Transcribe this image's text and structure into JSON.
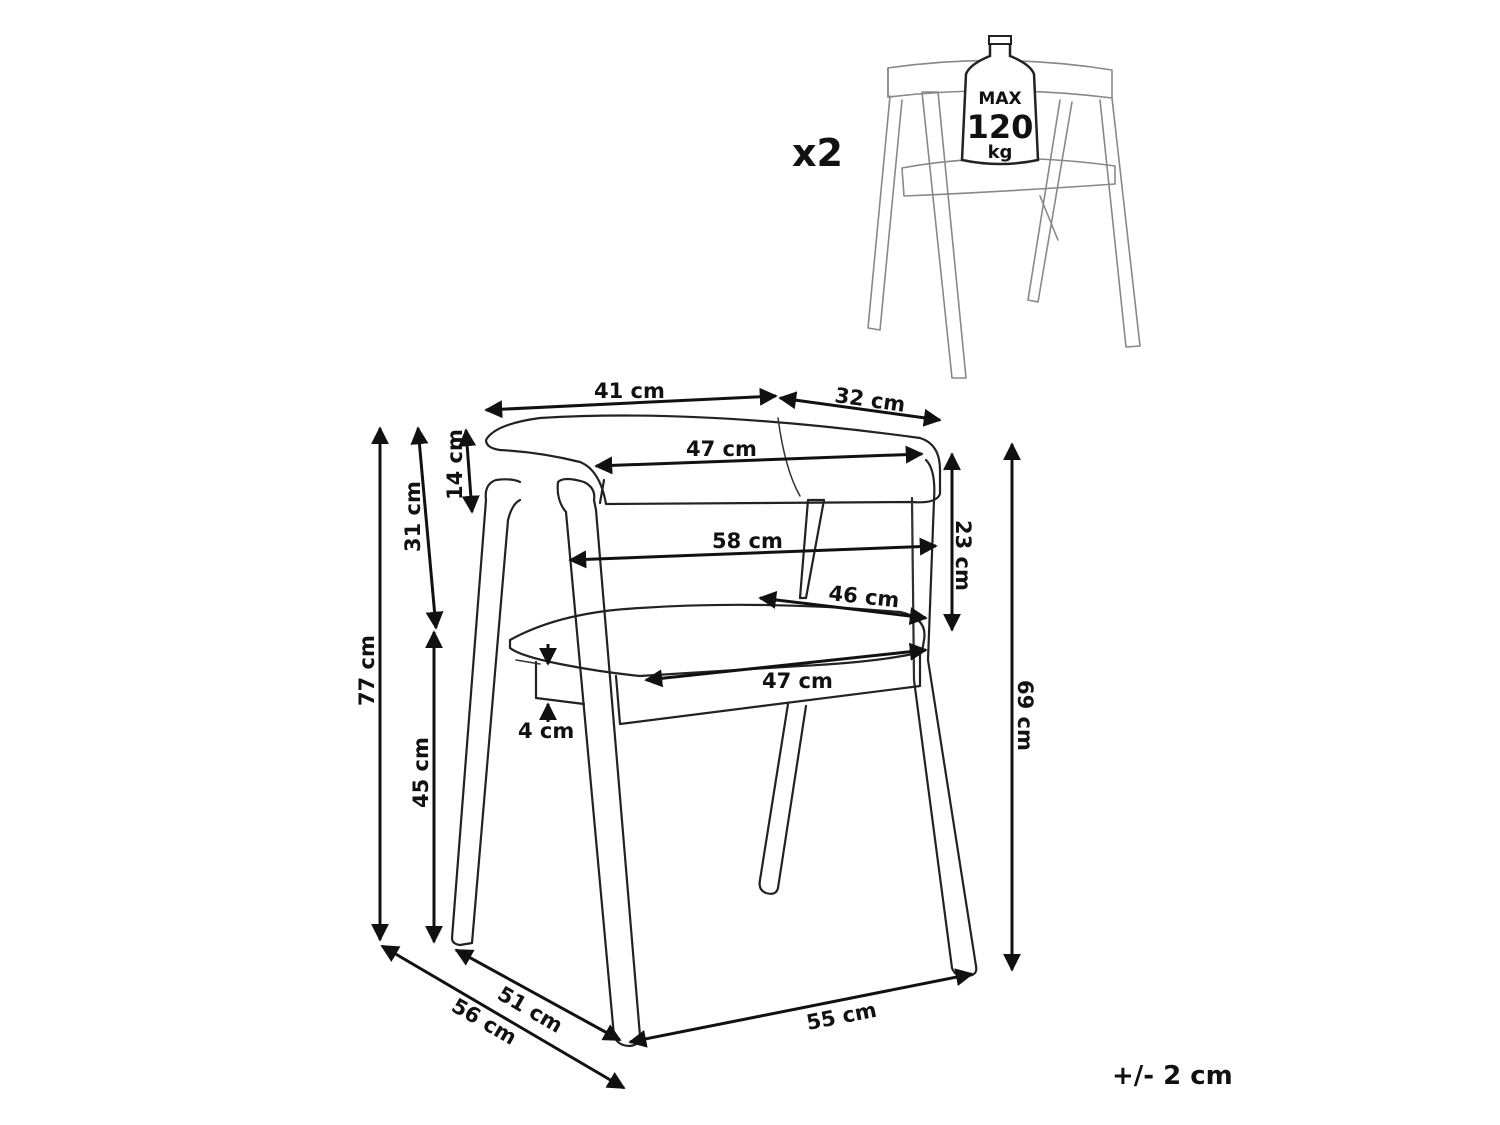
{
  "quantity_label": "x2",
  "max_load": {
    "line1": "MAX",
    "line2": "120",
    "line3": "kg"
  },
  "tolerance": "+/- 2 cm",
  "dimensions": {
    "top_width": "41 cm",
    "top_depth": "32 cm",
    "backrest_inner_width": "47 cm",
    "backrest_height": "14 cm",
    "back_top_height": "31 cm",
    "arm_width": "58 cm",
    "seat_depth": "46 cm",
    "seat_width": "47 cm",
    "seat_thickness": "4 cm",
    "backrest_span": "23 cm",
    "total_height": "77 cm",
    "seat_height": "45 cm",
    "arm_height": "69 cm",
    "depth_inner": "51 cm",
    "depth_outer": "56 cm",
    "width_base": "55 cm"
  }
}
